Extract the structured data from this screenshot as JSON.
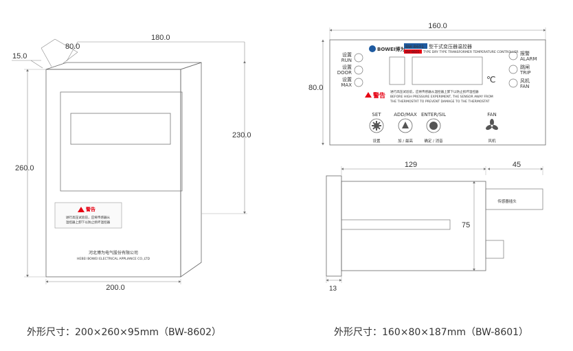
{
  "colors": {
    "line": "#555555",
    "dim_line": "#888888",
    "warning": "#e60012",
    "accent": "#1e5aa0"
  },
  "left_drawing": {
    "dims": {
      "depth_15": "15.0",
      "depth_80": "80.0",
      "top_width": "180.0",
      "front_height": "260.0",
      "side_height": "230.0",
      "bottom_width": "200.0"
    },
    "warning": {
      "title": "警告",
      "line1": "进行高压试验前，应将传感器从",
      "line2": "温控器上卸下以防止损坏温控器"
    },
    "brand_cn": "河北博为电气股份有限公司",
    "brand_en": "HEBEI BOWEI ELECTRICAL APPLIANCE CO.,LTD"
  },
  "right_front": {
    "width": "160.0",
    "height": "80.0",
    "logo": "BOWEI博为",
    "model": "BW-8601",
    "product_cn": "型干式变压器温控器",
    "product_sub_red": "BW-8601",
    "product_en": "TYPE DRY TYPE TRANSFORMER TEMPERATURE CONTROLLER",
    "unit": "℃",
    "left_indicators": [
      {
        "cn": "设置",
        "en": "RUN"
      },
      {
        "cn": "设置",
        "en": "DOOR"
      },
      {
        "cn": "设置",
        "en": "MAX"
      }
    ],
    "right_indicators": [
      {
        "cn": "报警",
        "en": "ALARM"
      },
      {
        "cn": "跳闸",
        "en": "TRIP"
      },
      {
        "cn": "风机",
        "en": "FAN"
      }
    ],
    "warning": {
      "title": "警告",
      "line1": "进行高压试验前，应将传感器从温控器上卸下以防止损坏温控器",
      "line2": "BEFORE HIGH PRESSURE EXPERIMENT, THE SENSOR AWAY FROM",
      "line3": "THE THERMOSTAT TO PREVENT DAMAGE TO THE THERMOSTAT"
    },
    "buttons": [
      {
        "top": "SET",
        "bottom": "设置"
      },
      {
        "top": "ADD/MAX",
        "bottom": "加 / 最高"
      },
      {
        "top": "ENTER/SIL",
        "bottom": "确定 / 消音"
      },
      {
        "top": "FAN",
        "bottom": "风机"
      }
    ]
  },
  "right_side": {
    "dims": {
      "length": "129",
      "probe": "45",
      "height": "75",
      "bezel": "13"
    },
    "sensor_label": "传感器插头"
  },
  "captions": {
    "left": "外形尺寸：200×260×95mm（BW-8602）",
    "right": "外形尺寸：160×80×187mm（BW-8601）"
  }
}
